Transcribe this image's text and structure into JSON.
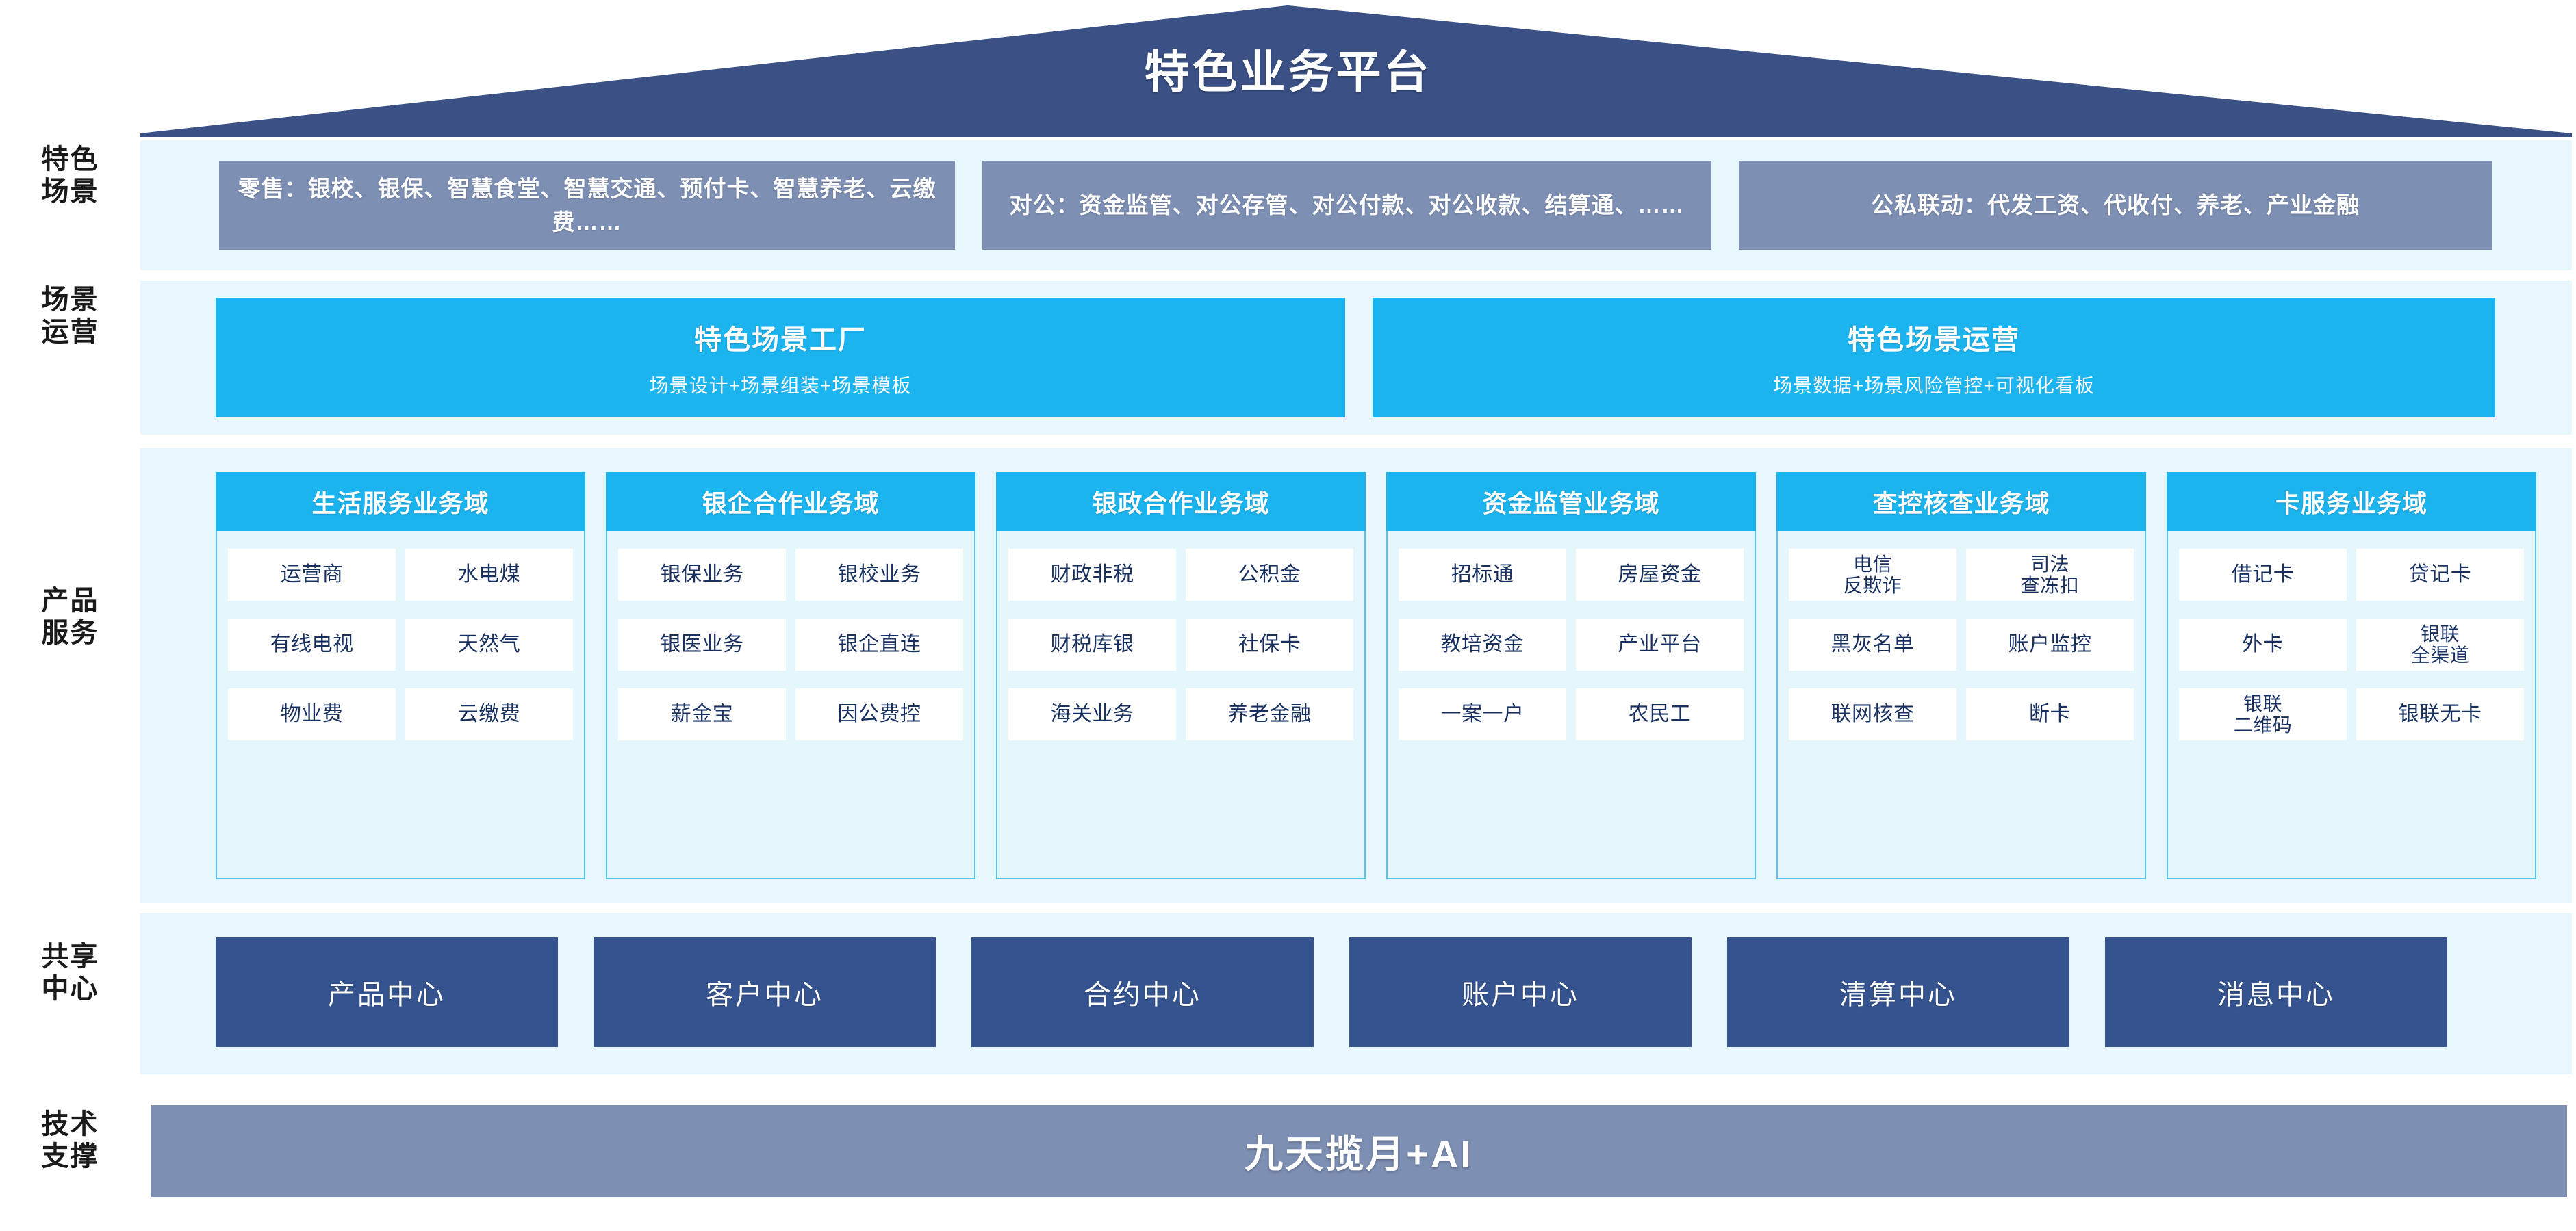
{
  "header": {
    "title": "特色业务平台",
    "banner_color": "#3b5186"
  },
  "side_labels": {
    "scenario": "特色\n场景",
    "scenario_l1": "特色",
    "scenario_l2": "场景",
    "operation_l1": "场景",
    "operation_l2": "运营",
    "product_l1": "产品",
    "product_l2": "服务",
    "shared_l1": "共享",
    "shared_l2": "中心",
    "tech_l1": "技术",
    "tech_l2": "支撑"
  },
  "scenarios": [
    {
      "text": "零售：银校、银保、智慧食堂、智慧交通、预付卡、智慧养老、云缴费……"
    },
    {
      "text": "对公：资金监管、对公存管、对公付款、对公收款、结算通、……"
    },
    {
      "text": "公私联动：代发工资、代收付、养老、产业金融"
    }
  ],
  "operations": [
    {
      "title": "特色场景工厂",
      "subtitle": "场景设计+场景组装+场景模板"
    },
    {
      "title": "特色场景运营",
      "subtitle": "场景数据+场景风险管控+可视化看板"
    }
  ],
  "domains": [
    {
      "title": "生活服务业务域",
      "items": [
        "运营商",
        "水电煤",
        "有线电视",
        "天然气",
        "物业费",
        "云缴费"
      ]
    },
    {
      "title": "银企合作业务域",
      "items": [
        "银保业务",
        "银校业务",
        "银医业务",
        "银企直连",
        "薪金宝",
        "因公费控"
      ]
    },
    {
      "title": "银政合作业务域",
      "items": [
        "财政非税",
        "公积金",
        "财税库银",
        "社保卡",
        "海关业务",
        "养老金融"
      ]
    },
    {
      "title": "资金监管业务域",
      "items": [
        "招标通",
        "房屋资金",
        "教培资金",
        "产业平台",
        "一案一户",
        "农民工"
      ]
    },
    {
      "title": "查控核查业务域",
      "items": [
        "电信\n反欺诈",
        "司法\n查冻扣",
        "黑灰名单",
        "账户监控",
        "联网核查",
        "断卡"
      ]
    },
    {
      "title": "卡服务业务域",
      "items": [
        "借记卡",
        "贷记卡",
        "外卡",
        "银联\n全渠道",
        "银联\n二维码",
        "银联无卡"
      ]
    }
  ],
  "shared_centers": [
    "产品中心",
    "客户中心",
    "合约中心",
    "账户中心",
    "清算中心",
    "消息中心"
  ],
  "tech_support": {
    "label": "九天揽月+AI"
  },
  "colors": {
    "banner_navy": "#3b5186",
    "scene_grey_blue": "#7d8fb3",
    "accent_cyan": "#1cb4ef",
    "panel_bg": "#e8f6fd",
    "center_navy": "#35538e",
    "cell_text": "#18305f"
  }
}
